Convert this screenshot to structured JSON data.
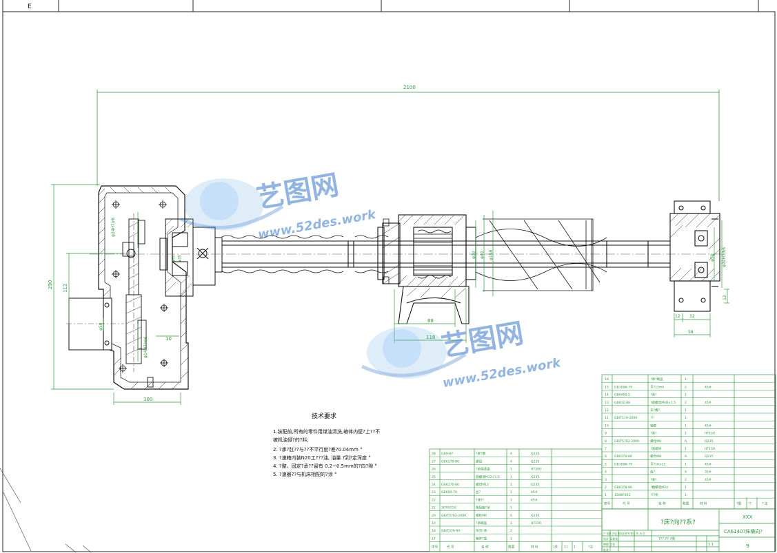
{
  "zone_tag": "E",
  "dimensions": {
    "overall_length": "2100",
    "left_height": "290",
    "left_sub_height": "112",
    "left_width": "100",
    "left_small": "10",
    "left_bore_top": "φ24H7/r6",
    "left_bore_bottom": "φ14H7/m6",
    "left_bore_mid": "φ50",
    "center_bore_1": "φ30",
    "center_bore_2": "φ40",
    "center_bore_3": "φ190",
    "center_width_1": "88",
    "center_width_2": "118",
    "right_bore_1": "φ50",
    "right_bore_2": "φ32H7/k6",
    "right_w1": "12",
    "right_w2": "32",
    "right_w3": "58",
    "right_h": "12"
  },
  "watermark": {
    "brand": "艺图网",
    "url": "www.52des.work"
  },
  "tech_notes": {
    "title": "技术要求",
    "lines": [
      "1.装配前,所有的零件用煤油清洗,箱体内壁?上??不",
      "  被机油侵?的?料;",
      "2.  ?承?肛??与??不平行度?差?0.04mm °",
      "3.  ?速箱内装N20工???油, 油量 ?到?定深度 °",
      "4.  ?整、固定?承??留有 0.2~0.5mm的?向?隙 °",
      "5.  ?速器??与机床相配的?涂 °"
    ]
  },
  "parts_left": [
    {
      "no": "28",
      "code": "GB9-87",
      "name": "?紧?圈",
      "qty": "4",
      "mat": "Q235"
    },
    {
      "no": "27",
      "code": "GB6170-86",
      "name": "螺母",
      "qty": "4",
      "mat": "Q235"
    },
    {
      "no": "26",
      "code": "",
      "name": "?承端透盖",
      "qty": "1",
      "mat": "HT200"
    },
    {
      "no": "25",
      "code": "",
      "name": "圆螺母M12×1.5",
      "qty": "1",
      "mat": "Q235"
    },
    {
      "no": "24",
      "code": "GB6170-86",
      "name": "螺母M12",
      "qty": "1",
      "mat": "Q235"
    },
    {
      "no": "23",
      "code": "GB699-79",
      "name": "丝?",
      "qty": "1",
      "mat": "45#"
    },
    {
      "no": "22",
      "code": "",
      "name": "?速??",
      "qty": "1",
      "mat": "45#"
    },
    {
      "no": "21",
      "code": "307ACGA",
      "name": "角接触?承",
      "qty": "1",
      "mat": ""
    },
    {
      "no": "20",
      "code": "GB/T5782-2000",
      "name": "螺栓M6",
      "qty": "6",
      "mat": "Q235"
    },
    {
      "no": "19",
      "code": "",
      "name": "?承端盖",
      "qty": "1",
      "mat": "HT150"
    },
    {
      "no": "18",
      "code": "GB/T276-94",
      "name": "深沟?承",
      "qty": "2",
      "mat": ""
    },
    {
      "no": "17",
      "code": "",
      "name": "箱体?盖",
      "qty": "1",
      "mat": ""
    }
  ],
  "parts_left_header": {
    "no": "序号",
    "code": "代 号",
    "name": "名 称",
    "qty": "数量",
    "mat": "材 料",
    "mass": "1件",
    "mass2": "11",
    "total": "1",
    "note": "?注"
  },
  "parts_right": [
    {
      "no": "16",
      "code": "",
      "name": "?承?端盖",
      "qty": "1",
      "mat": ""
    },
    {
      "no": "15",
      "code": "GB1096-79",
      "name": "平?12m6",
      "qty": "2",
      "mat": "45#"
    },
    {
      "no": "14",
      "code": "GB6450-5",
      "name": "?承?",
      "qty": "1",
      "mat": ""
    },
    {
      "no": "13",
      "code": "GB812-88",
      "name": "?圆螺母M48×1.5",
      "qty": "2",
      "mat": "45#"
    },
    {
      "no": "12",
      "code": "",
      "name": "支?螺?",
      "qty": "1",
      "mat": ""
    },
    {
      "no": "11",
      "code": "GB/T119-2000",
      "name": "??",
      "qty": "1",
      "mat": ""
    },
    {
      "no": "10",
      "code": "",
      "name": "轴套",
      "qty": "1",
      "mat": "45#"
    },
    {
      "no": "9",
      "code": "",
      "name": "?承?",
      "qty": "1",
      "mat": "HT150"
    },
    {
      "no": "8",
      "code": "GB/T5782-2000",
      "name": "螺栓M8",
      "qty": "6",
      "mat": "Q235"
    },
    {
      "no": "7",
      "code": "",
      "name": "?速箱体",
      "qty": "1",
      "mat": "HT150"
    },
    {
      "no": "6",
      "code": "GB6170-86",
      "name": "螺母M8",
      "qty": "6",
      "mat": "Q235"
    },
    {
      "no": "5",
      "code": "GB1096-79",
      "name": "平?16×22",
      "qty": "1",
      "mat": "45#"
    },
    {
      "no": "4",
      "code": "",
      "name": "齿?",
      "qty": "4",
      "mat": "35#"
    },
    {
      "no": "3",
      "code": "",
      "name": "?速?",
      "qty": "2",
      "mat": "45#"
    },
    {
      "no": "2",
      "code": "GB6178-86",
      "name": "?槽螺母M24",
      "qty": "1",
      "mat": ""
    },
    {
      "no": "1",
      "code": "150BF002",
      "name": "???机",
      "qty": "1",
      "mat": ""
    }
  ],
  "parts_right_header": {
    "no": "序号",
    "code": "代 号",
    "name": "名 称",
    "qty": "数量",
    "mat": "材 料",
    "mass": "?量",
    "total": "??",
    "note": "? 注"
  },
  "title_block": {
    "title": "?床?向??系?",
    "company": "XXX",
    "drawing_name": "CA6140?床横向?",
    "sheet": "9",
    "scale": "1:1",
    "row_labels": [
      "?? 处数 分区 更改文件号 签名 年.月.日",
      "设计 标准化",
      "审核 工艺",
      "批准"
    ],
    "stage_label": "??? ?? ?例"
  }
}
